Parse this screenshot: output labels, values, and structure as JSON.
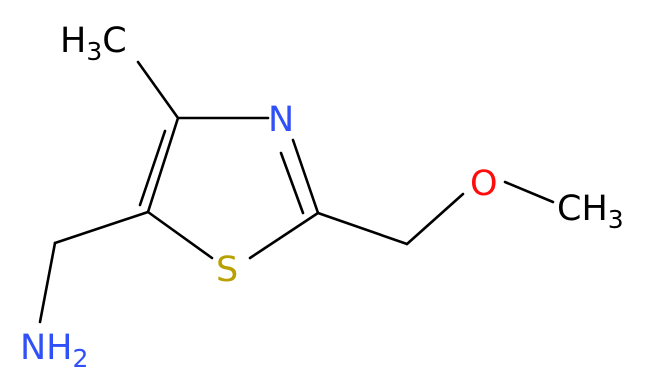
{
  "molecule": {
    "atoms": {
      "methyl_c4": {
        "symbol": "H",
        "sub": "3",
        "suffix": "C",
        "color": "#000000"
      },
      "n3": {
        "symbol": "N",
        "color": "#3050F8"
      },
      "o_ether": {
        "symbol": "O",
        "color": "#FF0D0D"
      },
      "methyl_o": {
        "symbol": "CH",
        "sub": "3",
        "color": "#000000"
      },
      "s1": {
        "symbol": "S",
        "color": "#B8A000"
      },
      "amine": {
        "symbol": "NH",
        "sub": "2",
        "color": "#3050F8"
      }
    },
    "bond_color": "#000000"
  }
}
